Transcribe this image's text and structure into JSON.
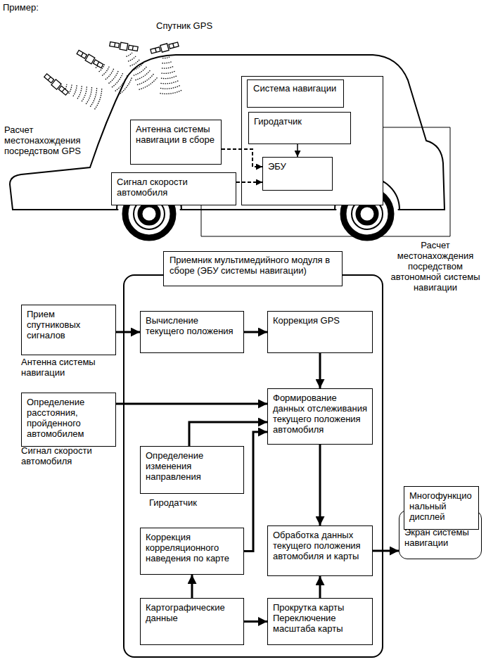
{
  "diagram": {
    "nodes": [
      {
        "text": [
          "Система навигации"
        ]
      },
      {
        "text": [
          "Гиродатчик"
        ],
        "in": 0
      },
      {
        "text": [
          "ЭБУ"
        ],
        "in": 0
      },
      {
        "text": [
          "Антенна системы навигации в сборе"
        ]
      },
      {
        "text": [
          "Сигнал скорости автомобиля"
        ]
      },
      {
        "text": [
          "Приемник мультимедийного модуля в сборе (ЭБУ системы навигации)"
        ]
      },
      {
        "text": [
          "Прием спутниковых сигналов"
        ]
      },
      {
        "text": [
          "Вычисление текущего положения"
        ],
        "in": 5
      },
      {
        "text": [
          "Коррекция GPS"
        ],
        "in": 5
      },
      {
        "text": [
          "Определение расстояния, пройденного автомобилем"
        ]
      },
      {
        "text": [
          "Формирование данных отслеживания текущего положения автомобиля"
        ],
        "in": 5
      },
      {
        "text": [
          "Определение изменения направления"
        ],
        "in": 5
      },
      {
        "text": [
          "Коррекция корреляционного наведения по карте"
        ],
        "in": 5
      },
      {
        "text": [
          "Обработка данных текущего положения автомобиля и карты"
        ],
        "in": 5
      },
      {
        "text": [
          "Картографические данные"
        ],
        "in": 5
      },
      {
        "text": [
          "Прокрутка карты Переключение масштаба карты"
        ],
        "in": 5
      },
      {
        "text": [
          "Экран системы навигации"
        ]
      },
      {
        "text": [
          "Многофункциональный дисплей"
        ],
        "in": 16
      }
    ],
    "edges": [
      {
        "from": 3,
        "to": 2,
        "arrow": "to"
      },
      {
        "from": 4,
        "to": 2,
        "arrow": "to"
      },
      {
        "from": 1,
        "to": 2,
        "arrow": "to"
      },
      {
        "from": 6,
        "to": 7,
        "arrow": "to"
      },
      {
        "from": 7,
        "to": 8,
        "arrow": "to"
      },
      {
        "from": 8,
        "to": 10,
        "arrow": "to"
      },
      {
        "from": 9,
        "to": 10,
        "arrow": "to"
      },
      {
        "from": 11,
        "to": 10,
        "arrow": "to"
      },
      {
        "from": 12,
        "to": 10,
        "arrow": "to"
      },
      {
        "from": 10,
        "to": 13,
        "arrow": "to"
      },
      {
        "from": 13,
        "to": 16,
        "arrow": "to"
      },
      {
        "from": 14,
        "to": 12,
        "arrow": "to"
      },
      {
        "from": 14,
        "to": 15,
        "arrow": "to"
      },
      {
        "from": 15,
        "to": 13,
        "arrow": "to"
      }
    ],
    "labels": [
      "Пример:",
      "Спутник GPS",
      "Расчет местонахождения посредством GPS",
      "Расчет местонахождения посредством автономной системы навигации",
      "Антенна системы навигации",
      "Сигнал скорости автомобиля",
      "Гиродатчик"
    ]
  }
}
